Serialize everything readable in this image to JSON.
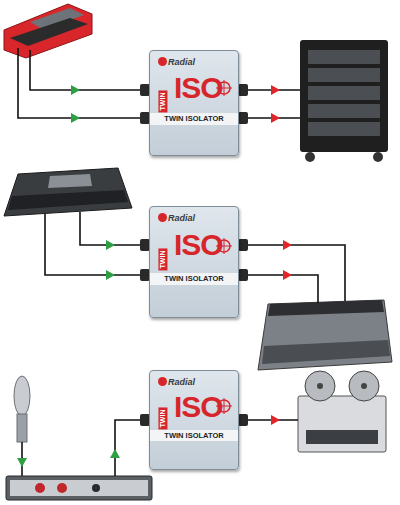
{
  "diagram": {
    "nodes": [
      {
        "text": [
          "Radial",
          "TWIN",
          "ISO",
          "TWIN ISOLATOR"
        ]
      },
      {
        "text": [
          "Radial",
          "TWIN",
          "ISO",
          "TWIN ISOLATOR"
        ]
      },
      {
        "text": [
          "Radial",
          "TWIN",
          "ISO",
          "TWIN ISOLATOR"
        ]
      }
    ]
  }
}
